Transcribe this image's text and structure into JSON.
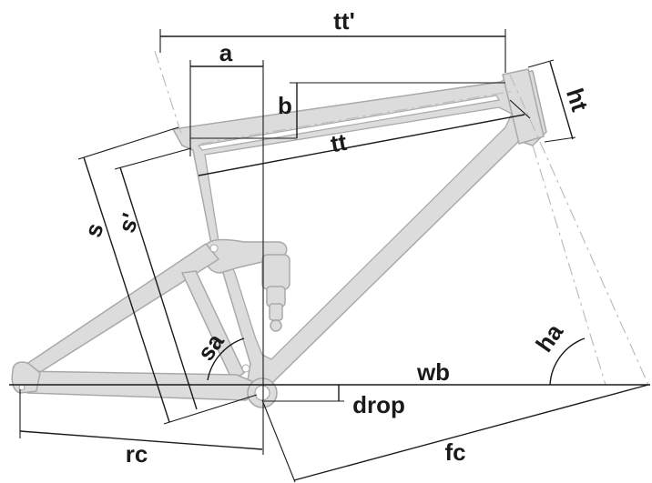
{
  "labels": {
    "tt_prime": "tt'",
    "a": "a",
    "b": "b",
    "tt": "tt",
    "ht": "ht",
    "s": "s",
    "s_prime": "s'",
    "sa": "sa",
    "ha": "ha",
    "wb": "wb",
    "drop": "drop",
    "rc": "rc",
    "fc": "fc"
  },
  "colors": {
    "frame_fill": "#dcdcdc",
    "frame_stroke": "#a9a9a9",
    "dimension_lines": "#1a1a1a",
    "background": "#ffffff"
  }
}
